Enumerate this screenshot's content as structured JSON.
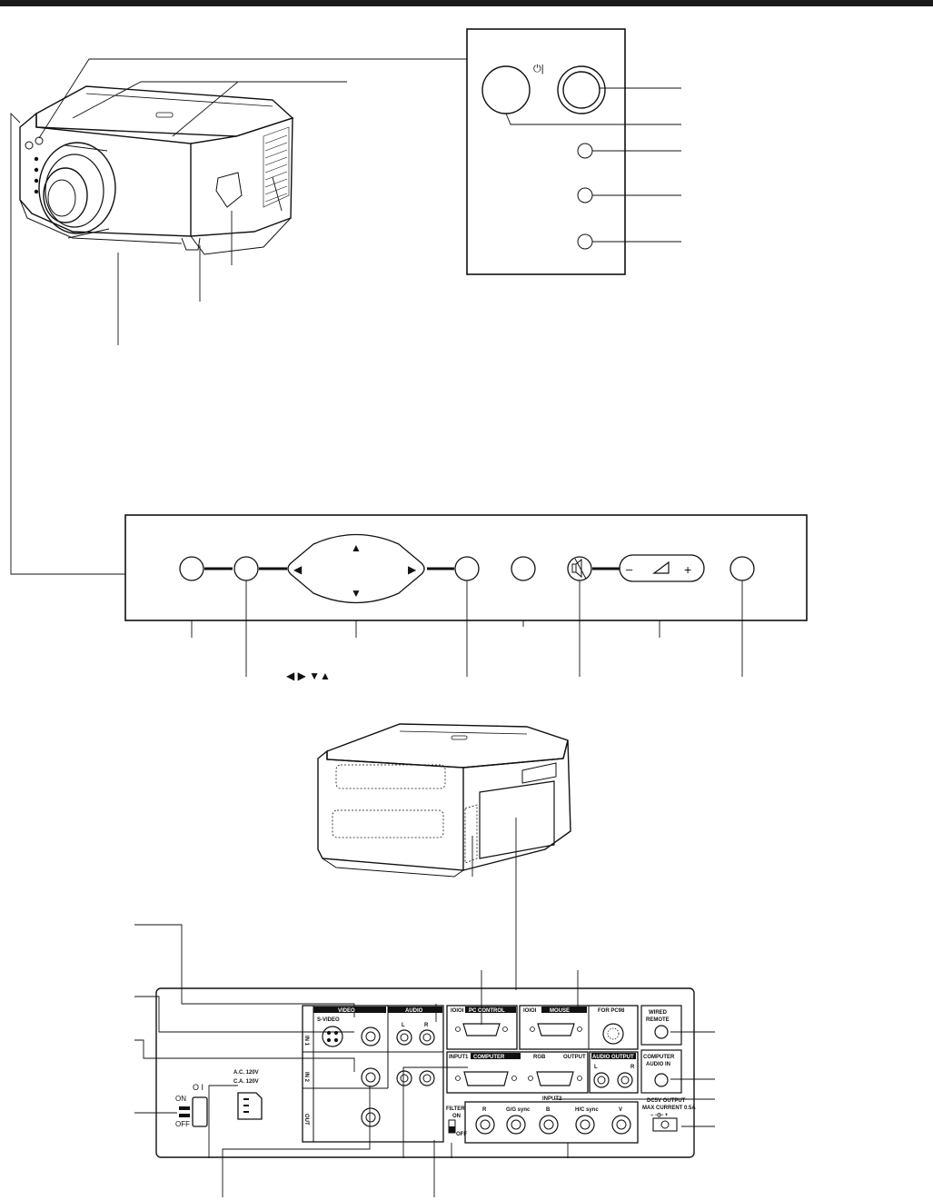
{
  "power_glyph": "⏻|",
  "panel_arrows": {
    "up": "▲",
    "down": "▼",
    "left": "◀",
    "right": "▶"
  },
  "volume": {
    "minus": "–",
    "plus": "+"
  },
  "callout_arrows": "◀ ▶ ▼▲",
  "terminal_panel": {
    "video_header": "VIDEO",
    "audio_header": "AUDIO",
    "svideo_label": "S-VIDEO",
    "in1": "IN 1",
    "in2": "IN 2",
    "out": "OUT",
    "audio_l": "L",
    "audio_r": "R",
    "pc_control": "PC CONTROL",
    "ioioi_1": "IOIOI",
    "ioioi_2": "IOIOI",
    "mouse": "MOUSE",
    "for_pc98": "FOR PC98",
    "wired_remote_1": "WIRED",
    "wired_remote_2": "REMOTE",
    "computer_audio_1": "COMPUTER",
    "computer_audio_2": "AUDIO IN",
    "input1": "INPUT1",
    "computer": "COMPUTER",
    "rgb": "RGB",
    "output": "OUTPUT",
    "audio_output": "AUDIO OUTPUT",
    "input2": "INPUT2",
    "filter": "FILTER",
    "filter_on": "ON",
    "filter_off": "OFF",
    "bnc_r": "R",
    "bnc_g": "G/G sync",
    "bnc_b": "B",
    "bnc_h": "H/C sync",
    "bnc_v": "V",
    "dc_output_1": "DC5V OUTPUT",
    "dc_output_2": "MAX CURRENT 0.5A",
    "dc_polarity": "– -◎- +",
    "ac_1": "A.C. 120V",
    "ac_2": "C.A. 120V",
    "switch_symbol": "O I",
    "switch_on": "ON",
    "switch_off": "OFF"
  },
  "colors": {
    "ink": "#111111",
    "bar": "#1a1a1a",
    "paper": "#ffffff"
  }
}
